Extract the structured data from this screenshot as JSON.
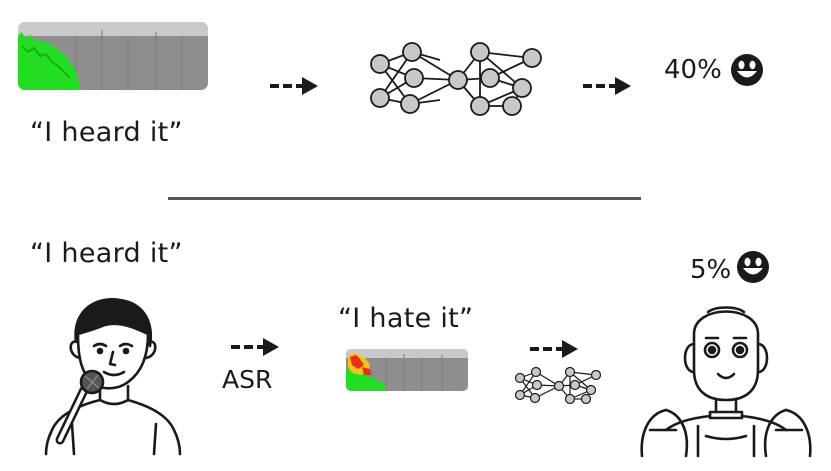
{
  "top": {
    "quote": "“I heard it”",
    "confidence": "40%"
  },
  "bottom": {
    "spoken_quote": "“I heard it”",
    "transcript_quote": "“I hate it”",
    "asr_label": "ASR",
    "confidence": "5%"
  },
  "colors": {
    "spectrogram_bg": "#8e8e8e",
    "spectrogram_top": "#c9c9c9",
    "energy_green": "#22dd22",
    "adversarial_red": "#e53015",
    "adversarial_yellow": "#f2c418",
    "node_fill": "#c8c8c8",
    "divider": "#555555"
  },
  "icons": [
    "spectrogram-icon",
    "neural-network-icon",
    "arrow-right-icon",
    "smiley-icon",
    "speaker-person-icon",
    "microphone-icon",
    "robot-icon"
  ]
}
